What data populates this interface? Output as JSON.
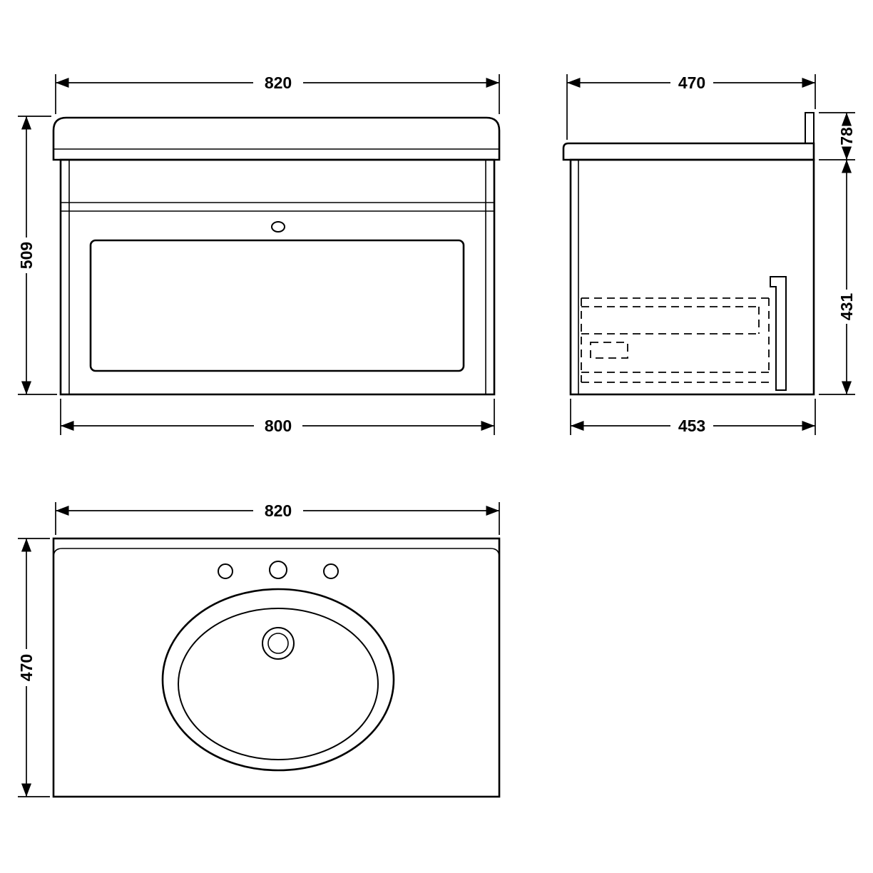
{
  "drawing": {
    "front_view": {
      "top_width": "820",
      "left_height": "509",
      "bottom_width": "800"
    },
    "side_view": {
      "top_depth": "470",
      "upstand_height": "78",
      "body_height": "431",
      "bottom_depth": "453"
    },
    "plan_view": {
      "top_width": "820",
      "left_depth": "470"
    }
  }
}
